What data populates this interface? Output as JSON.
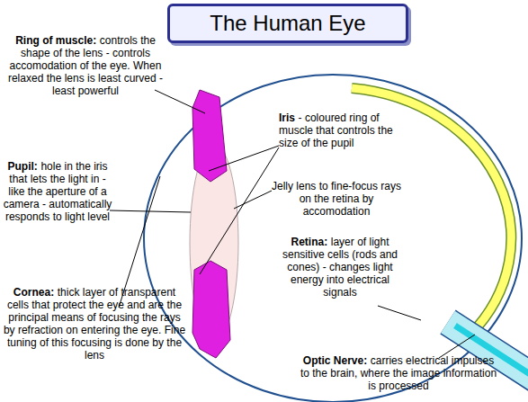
{
  "diagram": {
    "title": "The Human Eye",
    "labels": [
      "Ring of muscle:",
      "controls the shape of the lens - controls accomodation of the eye. When relaxed the lens is least curved - least powerful",
      "Iris",
      "- coloured ring of muscle that controls the size of the pupil",
      "Pupil:",
      "hole in the iris that lets the light in - like the aperture of a camera - automatically responds to light level",
      "Jelly lens to fine-focus rays on the retina by accomodation",
      "Retina:",
      "layer of light sensitive cells (rods and cones) - changes light energy into electrical signals",
      "Cornea:",
      "thick layer of transparent cells that protect the eye and are the principal means of focusing the rays by refraction on entering the eye. Fine tuning of this focusing is done by the lens",
      "Optic Nerve:",
      "carries electrical impulses to the brain, where the image information is processed"
    ]
  }
}
